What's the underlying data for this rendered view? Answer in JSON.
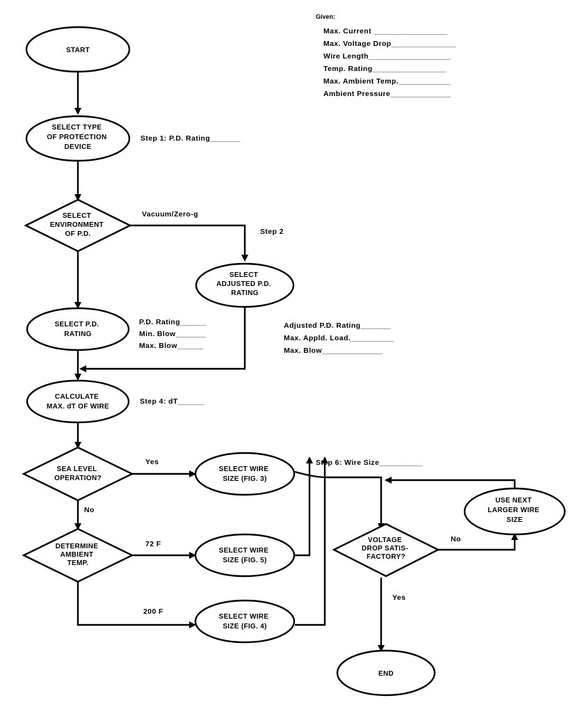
{
  "given": {
    "title": "Given:",
    "items": [
      "Max. Current _________________",
      "Max. Voltage Drop_______________",
      "Wire Length___________________",
      "Temp. Rating_________________",
      "Max. Ambient Temp.____________",
      "Ambient Pressure______________"
    ]
  },
  "nodes": {
    "start": [
      "START"
    ],
    "select_protection": [
      "SELECT TYPE",
      "OF PROTECTION",
      "DEVICE"
    ],
    "select_environment": [
      "SELECT",
      "ENVIRONMENT",
      "OF P.D."
    ],
    "select_adjusted": [
      "SELECT",
      "ADJUSTED P.D.",
      "RATING"
    ],
    "select_pd_rating": [
      "SELECT P.D.",
      "RATING"
    ],
    "calculate_dt": [
      "CALCULATE",
      "MAX. dT OF WIRE"
    ],
    "sea_level": [
      "SEA LEVEL",
      "OPERATION?"
    ],
    "select_wire_fig3": [
      "SELECT WIRE",
      "SIZE (FIG. 3)"
    ],
    "determine_ambient": [
      "DETERMINE",
      "AMBIENT",
      "TEMP."
    ],
    "select_wire_fig5": [
      "SELECT WIRE",
      "SIZE (FIG. 5)"
    ],
    "select_wire_fig4": [
      "SELECT WIRE",
      "SIZE (FIG. 4)"
    ],
    "voltage_drop": [
      "VOLTAGE",
      "DROP SATIS-",
      "FACTORY?"
    ],
    "use_next_larger": [
      "USE NEXT",
      "LARGER WIRE",
      "SIZE"
    ],
    "end": [
      "END"
    ]
  },
  "labels": {
    "step1": "Step 1:  P.D. Rating_______",
    "vacuum": "Vacuum/Zero-g",
    "step2": "Step 2",
    "pd_rating": "P.D. Rating______",
    "min_blow": "Min. Blow_______",
    "max_blow_left": "Max. Blow______",
    "adjusted_pd_rating": "Adjusted P.D. Rating_______",
    "max_appld_load": "Max. Appld. Load.__________",
    "max_blow_right": "Max. Blow______________",
    "step4": "Step 4:  dT______",
    "yes_sea": "Yes",
    "no_sea": "No",
    "temp_72": "72 F",
    "temp_200": "200 F",
    "step6": "Step 6:  Wire Size__________",
    "no_voltage": "No",
    "yes_voltage": "Yes"
  }
}
